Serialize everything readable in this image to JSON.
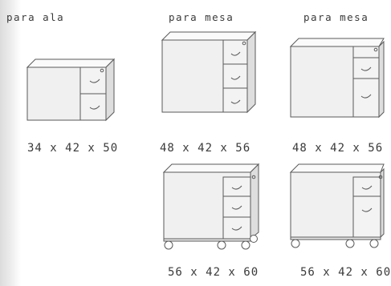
{
  "captions": {
    "top_left": "para ala",
    "top_middle": "para mesa",
    "top_right": "para mesa"
  },
  "dimensions": {
    "unit_1": "34 x 42 x 50",
    "unit_2": "48 x 42 x 56",
    "unit_3": "48 x 42 x 56",
    "unit_4": "56 x 42 x 60",
    "unit_5": "56 x 42 x 60"
  }
}
